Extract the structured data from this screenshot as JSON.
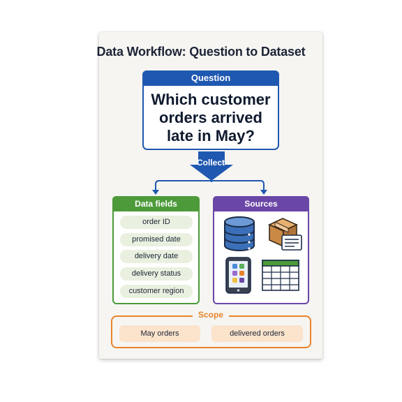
{
  "title": "Data Workflow: Question to Dataset",
  "question": {
    "header": "Question",
    "line1": "Which customer",
    "line2": "orders arrived",
    "line3": "late in May?"
  },
  "collect_label": "Collect",
  "data_fields": {
    "header": "Data fields",
    "items": [
      "order ID",
      "promised date",
      "delivery date",
      "delivery status",
      "customer region"
    ]
  },
  "sources": {
    "header": "Sources",
    "icons": [
      "database-icon",
      "package-icon",
      "phone-app-icon",
      "spreadsheet-icon"
    ]
  },
  "scope": {
    "title": "Scope",
    "items": [
      "May orders",
      "delivered orders"
    ]
  },
  "colors": {
    "question": "#1f58b0",
    "data_fields": "#4d9a3a",
    "sources": "#6a46a6",
    "scope": "#e8842a"
  }
}
